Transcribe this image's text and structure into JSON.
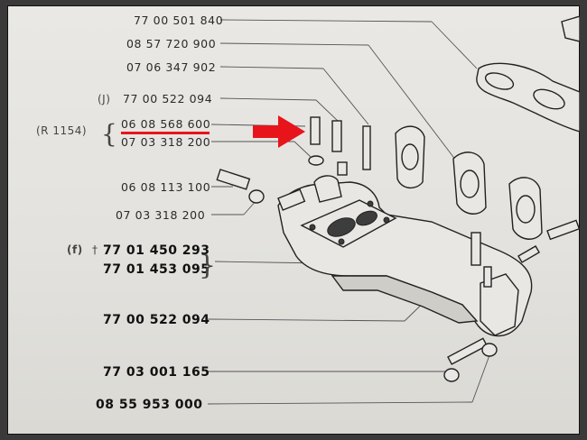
{
  "part_numbers": {
    "p1": "77 00 501 840",
    "p2": "08 57 720 900",
    "p3": "07 06 347 902",
    "p4": "77 00 522 094",
    "p5": "06 08 568 600",
    "p6": "07 03 318 200",
    "p7": "06 08 113 100",
    "p8": "07 03 318 200",
    "p9": "77 01 450 293",
    "p10": "77 01 453 095",
    "p11": "77 00 522 094",
    "p12": "77 03 001 165",
    "p13": "08 55 953 000"
  },
  "notes": {
    "j": "(J)",
    "r": "(R 1154)",
    "f": "(f)",
    "dagger": "†"
  },
  "colors": {
    "highlight": "#e8141c"
  },
  "icons": {
    "arrow": "arrow-right-icon"
  }
}
